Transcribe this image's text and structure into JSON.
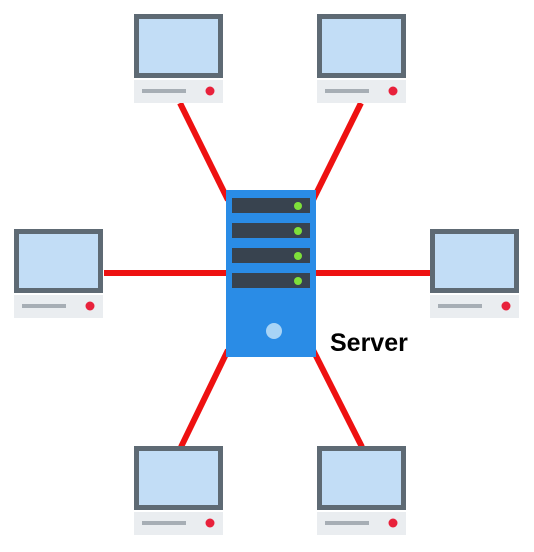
{
  "diagram": {
    "server_label": "Server",
    "center_node": {
      "name": "server",
      "icon": "server-icon"
    },
    "nodes": [
      {
        "name": "computer-top-left",
        "icon": "computer-icon"
      },
      {
        "name": "computer-top-right",
        "icon": "computer-icon"
      },
      {
        "name": "computer-middle-left",
        "icon": "computer-icon"
      },
      {
        "name": "computer-middle-right",
        "icon": "computer-icon"
      },
      {
        "name": "computer-bottom-left",
        "icon": "computer-icon"
      },
      {
        "name": "computer-bottom-right",
        "icon": "computer-icon"
      }
    ],
    "colors": {
      "link": "#ee1111",
      "server_body": "#2a8ce6",
      "server_slot": "#38434f",
      "server_led": "#7ee03a",
      "server_button": "#a8d4f6",
      "monitor_frame": "#5e6a74",
      "monitor_screen": "#c2ddf6",
      "base": "#eaedf0",
      "base_slot": "#a7aeb5",
      "power_led": "#e8213b"
    }
  }
}
